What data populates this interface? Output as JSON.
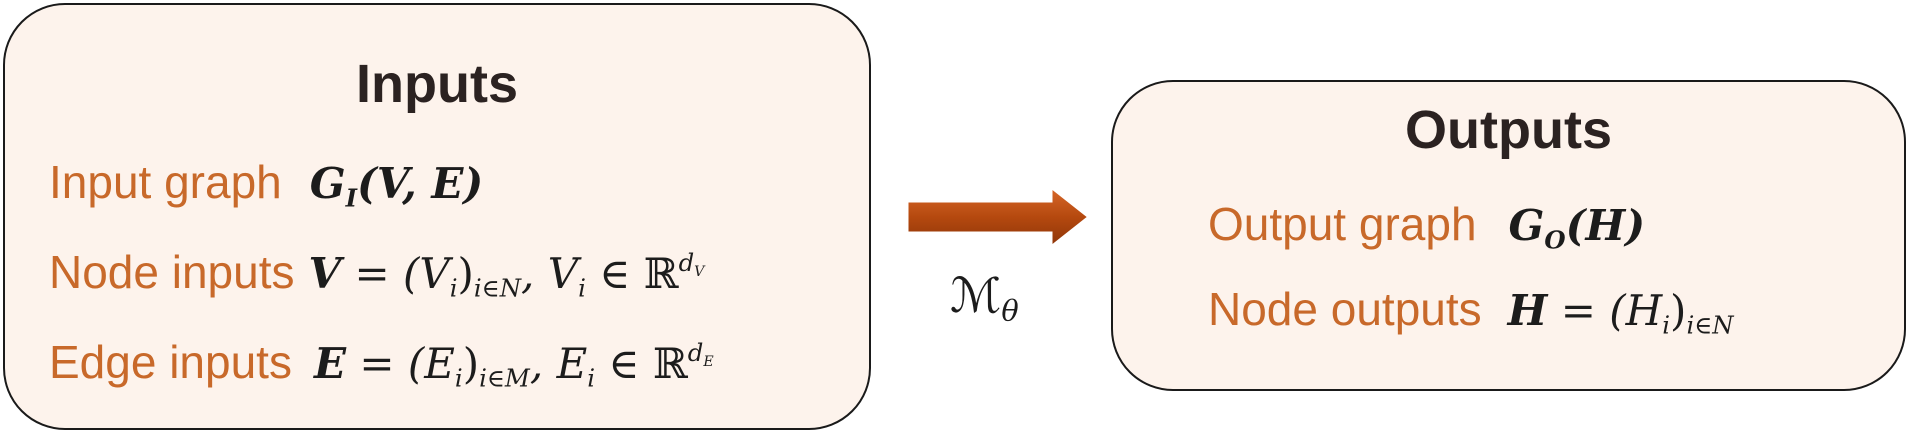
{
  "inputs": {
    "title": "Inputs",
    "rows": [
      {
        "label": "Input graph",
        "math_main": "G",
        "math_sub": "I",
        "math_rest": "(V, E)"
      },
      {
        "label": "Node inputs",
        "math_main": "V",
        "math_rest": " = (V",
        "math_sub": "i",
        "math_sub2": "i∈N",
        "math_tail": ", V",
        "math_tail_sub": "i",
        "math_in": " ∈ ℝ",
        "math_sup": "d",
        "math_sup_sub": "V"
      },
      {
        "label": "Edge inputs",
        "math_main": "E",
        "math_rest": " = (E",
        "math_sub": "i",
        "math_sub2": "i∈M",
        "math_tail": ", E",
        "math_tail_sub": "i",
        "math_in": " ∈ ℝ",
        "math_sup": "d",
        "math_sup_sub": "E"
      }
    ]
  },
  "outputs": {
    "title": "Outputs",
    "rows": [
      {
        "label": "Output graph",
        "math_main": "G",
        "math_sub": "O",
        "math_rest": "(H)"
      },
      {
        "label": "Node outputs",
        "math_main": "H",
        "math_rest": " = (H",
        "math_sub": "i",
        "math_sub2": "i∈N"
      }
    ]
  },
  "mapping": {
    "symbol": "ℳ",
    "symbol_sub": "θ",
    "arrow_color": "#b5490f"
  }
}
